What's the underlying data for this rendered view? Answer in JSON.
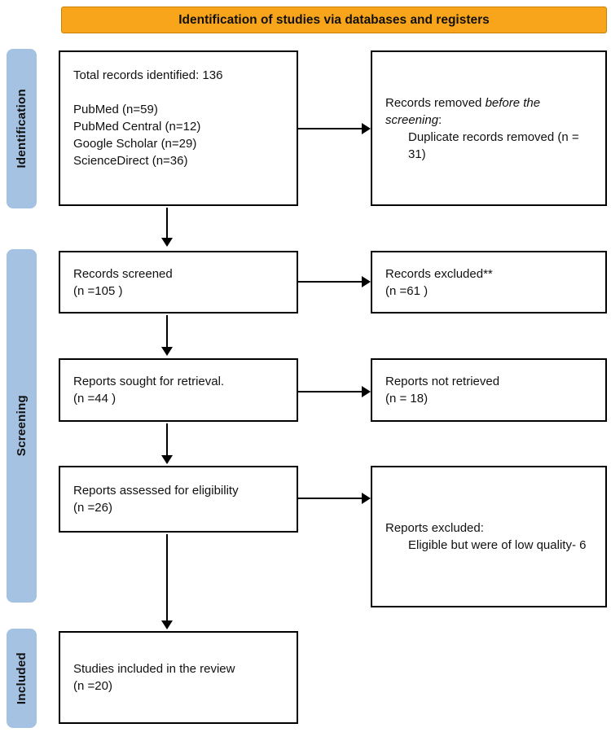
{
  "header": {
    "title": "Identification of studies via databases and registers"
  },
  "stages": {
    "identification": "Identification",
    "screening": "Screening",
    "included": "Included"
  },
  "boxes": {
    "identified": {
      "title": "Total records identified: 136",
      "sources": [
        "PubMed (n=59)",
        "PubMed Central (n=12)",
        "Google Scholar (n=29)",
        "ScienceDirect (n=36)"
      ]
    },
    "removed": {
      "prefix": "Records removed ",
      "italic": "before the screening",
      "suffix": ":",
      "detail": "Duplicate records removed  (n = 31)"
    },
    "screened": {
      "lines": [
        "Records screened",
        "(n =105 )"
      ]
    },
    "excluded": {
      "lines": [
        "Records excluded**",
        "(n =61 )"
      ]
    },
    "sought": {
      "lines": [
        "Reports sought for retrieval.",
        "(n =44 )"
      ]
    },
    "not_retrieved": {
      "lines": [
        "Reports not retrieved",
        "(n = 18)"
      ]
    },
    "assessed": {
      "lines": [
        "Reports assessed for eligibility",
        "(n =26)"
      ]
    },
    "reports_excluded": {
      "title": "Reports excluded:",
      "detail": "Eligible but were of low quality- 6"
    },
    "included": {
      "lines": [
        "Studies included in the review",
        "(n =20)"
      ]
    }
  },
  "colors": {
    "banner_bg": "#F9A51B",
    "stage_bg": "#A5C2E3",
    "box_border": "#000000"
  }
}
